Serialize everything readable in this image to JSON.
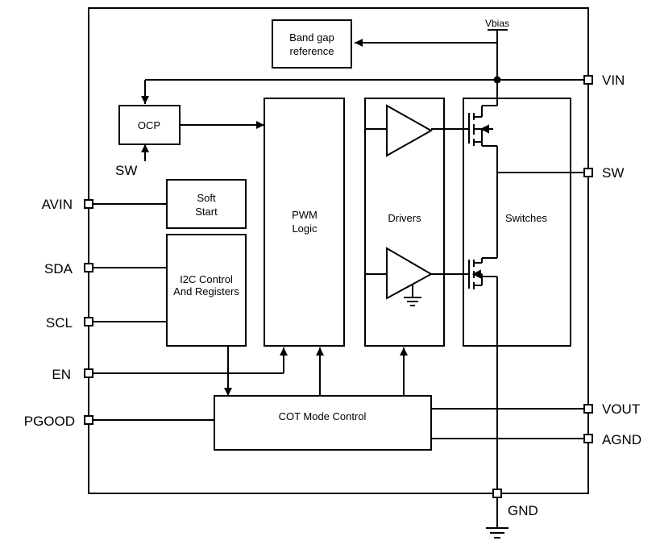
{
  "pins": {
    "vin": "VIN",
    "sw": "SW",
    "avin": "AVIN",
    "sda": "SDA",
    "scl": "SCL",
    "en": "EN",
    "pgood": "PGOOD",
    "vout": "VOUT",
    "agnd": "AGND",
    "gnd": "GND"
  },
  "labels": {
    "vbias": "Vbias",
    "ocp_sw": "SW"
  },
  "blocks": {
    "bandgap": [
      "Band gap",
      "reference"
    ],
    "ocp": "OCP",
    "soft_start": [
      "Soft",
      "Start"
    ],
    "i2c": [
      "I2C Control",
      "And Registers"
    ],
    "pwm": [
      "PWM",
      "Logic"
    ],
    "drivers": "Drivers",
    "switches": "Switches",
    "cot": "COT Mode Control"
  }
}
